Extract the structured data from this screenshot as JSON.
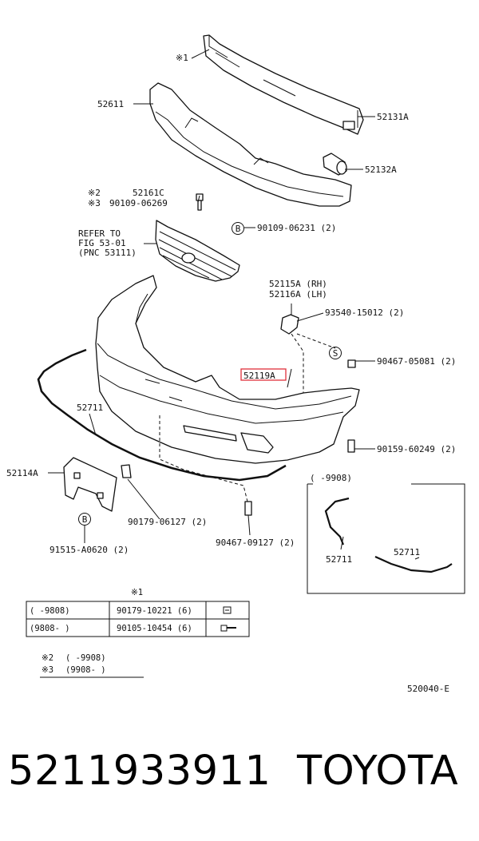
{
  "diagram": {
    "callouts": {
      "note1": "※1",
      "p52611": "52611",
      "p52131a": "52131A",
      "p52132a": "52132A",
      "note2": "※2",
      "note3": "※3",
      "p52161c": "52161C",
      "p90109_06269": "90109-06269",
      "p90109_06231": "90109-06231 (2)",
      "refer1": "REFER TO",
      "refer2": "FIG 53-01",
      "refer3": "(PNC 53111)",
      "p52115a": "52115A (RH)",
      "p52116a": "52116A (LH)",
      "p93540": "93540-15012 (2)",
      "p90467_05081": "90467-05081 (2)",
      "p52119a": "52119A",
      "p52711_main": "52711",
      "p90159": "90159-60249 (2)",
      "p52114a": "52114A",
      "inset_range": "(      -9908)",
      "inset_52711_a": "52711",
      "inset_52711_b": "52711",
      "p90179_06127": "90179-06127 (2)",
      "p90467_09127": "90467-09127 (2)",
      "p91515": "91515-A0620 (2)",
      "marker_b": "B",
      "marker_s": "S"
    },
    "table": {
      "header": "※1",
      "rows": [
        {
          "range": "(      -9808)",
          "part": "90179-10221 (6)"
        },
        {
          "range": "(9808-      )",
          "part": "90105-10454 (6)"
        }
      ]
    },
    "notes": [
      {
        "mark": "※2",
        "range": "(      -9908)"
      },
      {
        "mark": "※3",
        "range": "(9908-      )"
      }
    ],
    "code": "520040-E"
  },
  "footer": {
    "part_number": "5211933911",
    "brand": "TOYOTA"
  },
  "colors": {
    "highlight": "#e0313b",
    "ink": "#111111"
  }
}
